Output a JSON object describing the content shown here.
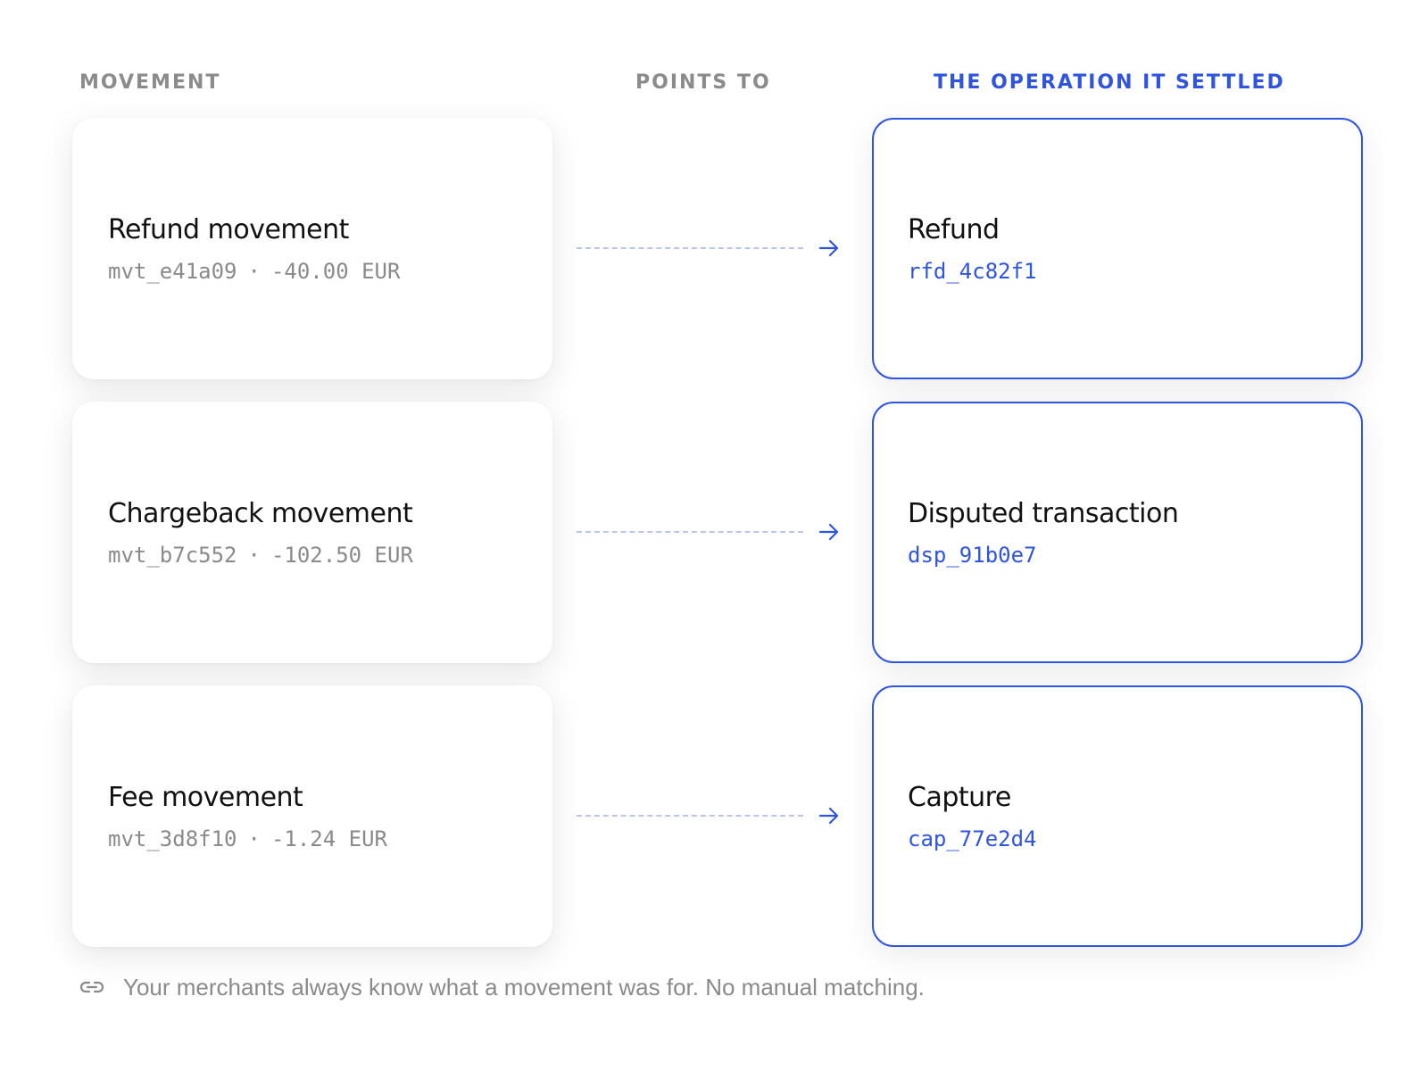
{
  "headers": {
    "movement": "MOVEMENT",
    "points_to": "POINTS TO",
    "operation": "THE OPERATION IT SETTLED"
  },
  "rows": [
    {
      "movement_title": "Refund movement",
      "movement_id": "mvt_e41a09",
      "separator": "·",
      "amount": "-40.00 EUR",
      "operation_title": "Refund",
      "operation_id": "rfd_4c82f1"
    },
    {
      "movement_title": "Chargeback movement",
      "movement_id": "mvt_b7c552",
      "separator": "·",
      "amount": "-102.50 EUR",
      "operation_title": "Disputed transaction",
      "operation_id": "dsp_91b0e7"
    },
    {
      "movement_title": "Fee movement",
      "movement_id": "mvt_3d8f10",
      "separator": "·",
      "amount": "-1.24 EUR",
      "operation_title": "Capture",
      "operation_id": "cap_77e2d4"
    }
  ],
  "footer": {
    "icon": "link-icon",
    "text": "Your merchants always know what a movement was for. No manual matching."
  },
  "colors": {
    "accent": "#2f54e0",
    "muted": "#8a8a8a",
    "connector": "#b9c6f3"
  }
}
